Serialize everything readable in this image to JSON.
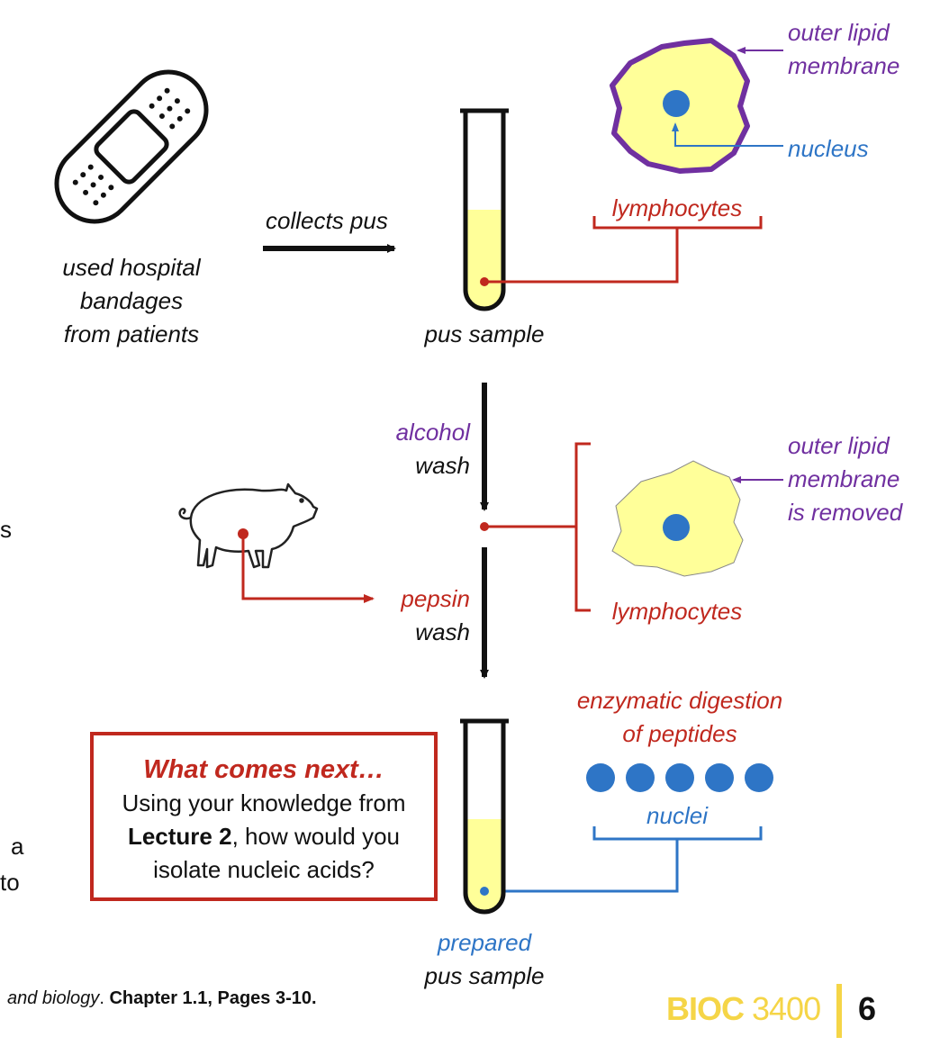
{
  "colors": {
    "red": "#c0281e",
    "purple": "#7030a0",
    "blue": "#2e75c6",
    "pus": "#ffff99",
    "course": "#f5d547"
  },
  "left_cut_text": [
    "s",
    "a",
    "to"
  ],
  "step1": {
    "source_lines": [
      "used hospital",
      "bandages",
      "from patients"
    ],
    "arrow_label": "collects pus",
    "tube_label": "pus sample",
    "cell_label": "lymphocytes",
    "membrane_label": [
      "outer lipid",
      "membrane"
    ],
    "nucleus_label": "nucleus"
  },
  "step2": {
    "wash1": [
      "alcohol",
      "wash"
    ],
    "wash2": [
      "pepsin",
      "wash"
    ],
    "cell_label": "lymphocytes",
    "membrane_label": [
      "outer lipid",
      "membrane",
      "is removed"
    ]
  },
  "step3": {
    "digestion_label": [
      "enzymatic digestion",
      "of peptides"
    ],
    "nuclei_label": "nuclei",
    "tube_label": [
      "prepared",
      "pus sample"
    ]
  },
  "callout": {
    "heading": "What comes next…",
    "line1": "Using your knowledge from",
    "line2_bold": "Lecture 2",
    "line2_rest": ", how would you",
    "line3": "isolate nucleic acids?"
  },
  "footer": {
    "italic": "and biology",
    "sep": ". ",
    "bold": "Chapter 1.1, Pages 3-10."
  },
  "course": {
    "code": "BIOC",
    "number": "3400",
    "page": "6"
  }
}
